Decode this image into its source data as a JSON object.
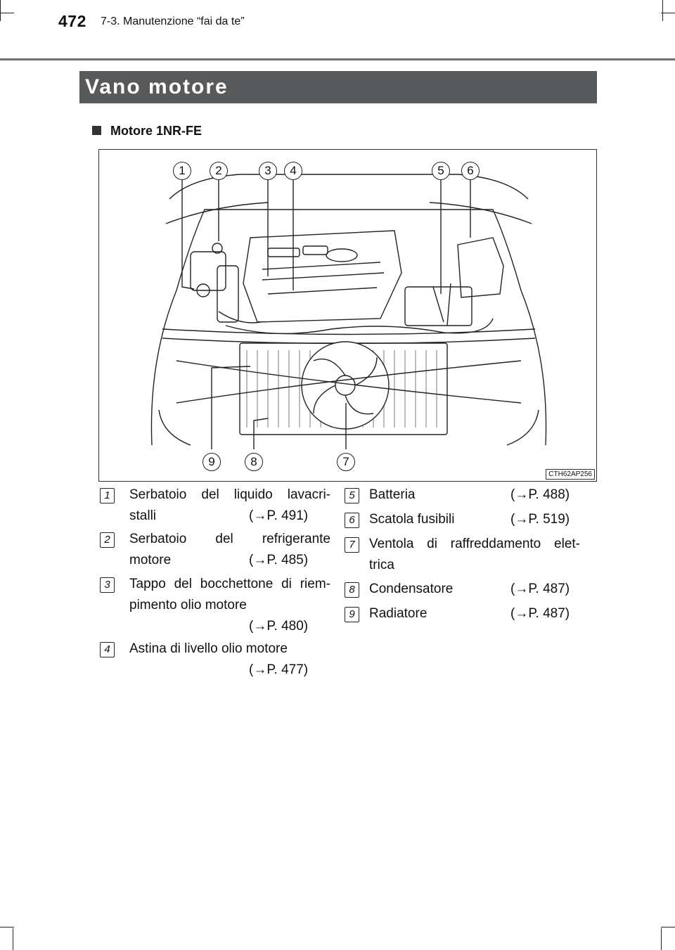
{
  "header": {
    "page_number": "472",
    "section": "7-3. Manutenzione “fai da te”"
  },
  "title": "Vano motore",
  "subheading": "Motore 1NR-FE",
  "figure": {
    "code": "CTH62AP256",
    "callouts": [
      "1",
      "2",
      "3",
      "4",
      "5",
      "6",
      "7",
      "8",
      "9"
    ]
  },
  "items": [
    {
      "num": "1",
      "line1": "Serbatoio del liquido lavacri-",
      "line2": "stalli",
      "ref": "(→P. 491)"
    },
    {
      "num": "2",
      "line1": "Serbatoio del refrigerante",
      "line2": "motore",
      "ref": "(→P. 485)"
    },
    {
      "num": "3",
      "line1": "Tappo del bocchettone di riem-",
      "line2": "pimento olio motore",
      "ref": "(→P. 480)"
    },
    {
      "num": "4",
      "line1": "Astina di livello olio motore",
      "ref": "(→P. 477)"
    },
    {
      "num": "5",
      "line1": "Batteria",
      "ref": "(→P. 488)"
    },
    {
      "num": "6",
      "line1": "Scatola fusibili",
      "ref": "(→P. 519)"
    },
    {
      "num": "7",
      "line1": "Ventola di raffreddamento elet-",
      "line2": "trica"
    },
    {
      "num": "8",
      "line1": "Condensatore",
      "ref": "(→P. 487)"
    },
    {
      "num": "9",
      "line1": "Radiatore",
      "ref": "(→P. 487)"
    }
  ]
}
